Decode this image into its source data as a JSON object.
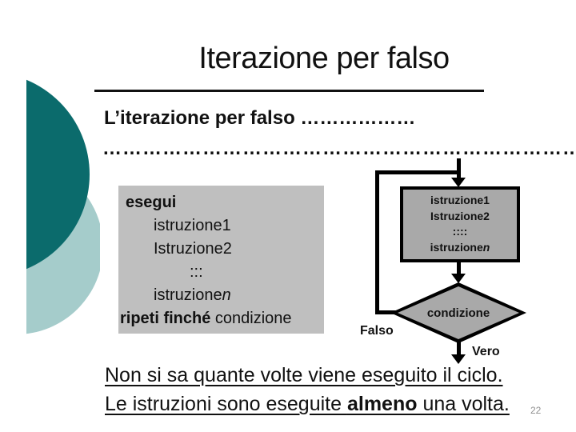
{
  "slide": {
    "title": "Iterazione per falso",
    "intro_line1": "L’iterazione per falso ………………",
    "intro_line2": "…………………………………………………………………"
  },
  "code_box": {
    "line1": "esegui",
    "line2": "istruzione1",
    "line3": "Istruzione2",
    "line4": ":::",
    "line5_base": "istruzione",
    "line5_italic": "n",
    "line6_bold": "ripeti finché",
    "line6_rest": " condizione"
  },
  "flow_box": {
    "line1": "istruzione1",
    "line2": "Istruzione2",
    "line3": "::::",
    "line4_base": "istruzione",
    "line4_italic": "n"
  },
  "flowchart": {
    "diamond_label": "condizione",
    "false_label": "Falso",
    "true_label": "Vero"
  },
  "conclusion": {
    "line1": "Non si sa quante volte viene eseguito il ciclo.",
    "line2_pre": "Le istruzioni sono eseguite ",
    "line2_bold": "almeno",
    "line2_post": " una volta."
  },
  "page_number": "22",
  "colors": {
    "accent_dark_teal": "#0b6b6c",
    "accent_light_teal": "#a5cccb",
    "code_box_gray": "#bfbfbf",
    "flow_shape_gray": "#a9a9a9",
    "text_black": "#111111",
    "page_number_gray": "#8f8f8f"
  }
}
